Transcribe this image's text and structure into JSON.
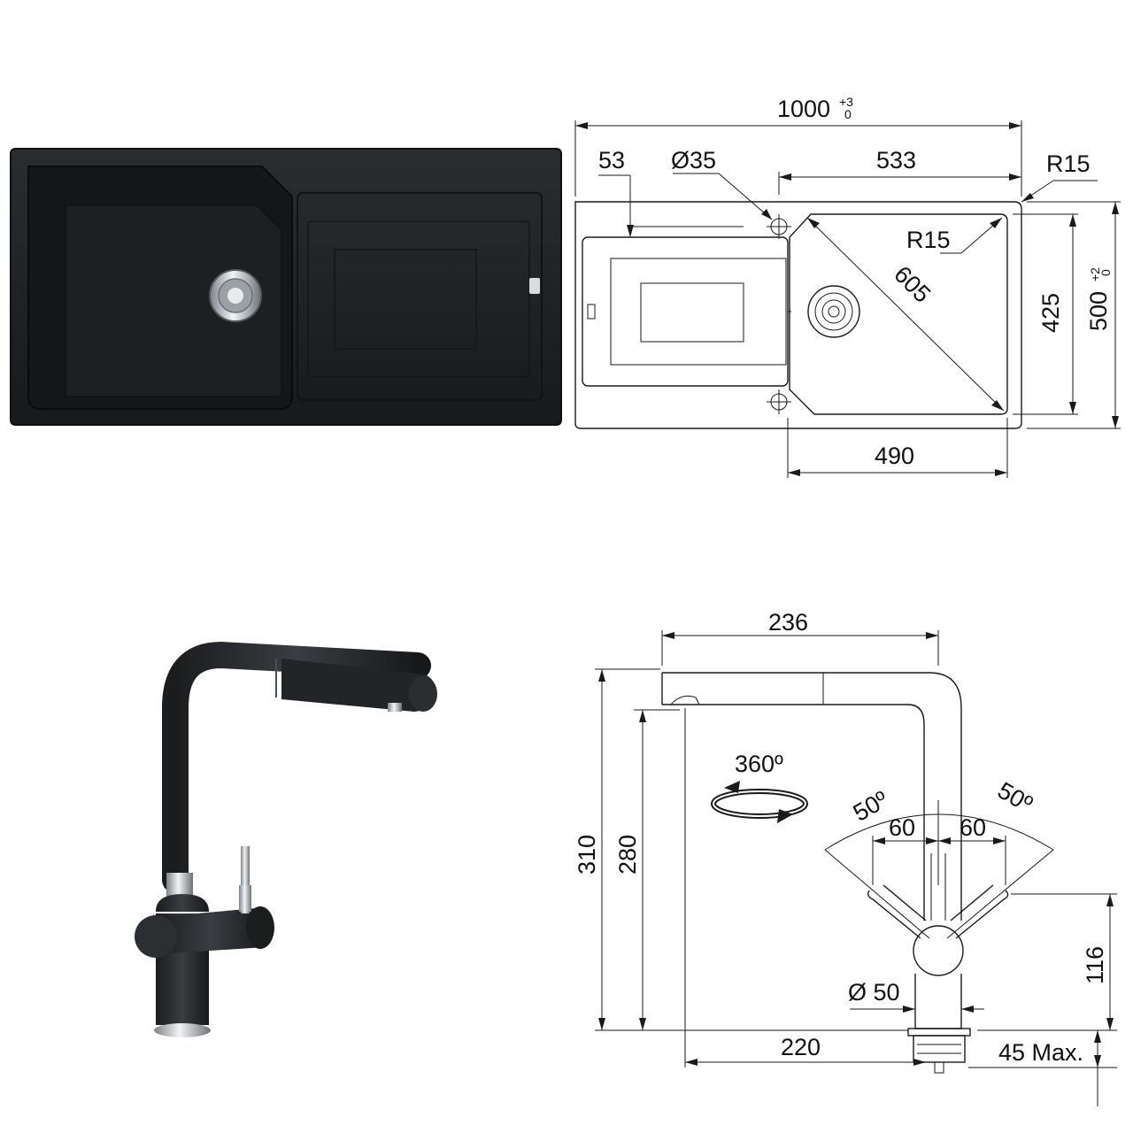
{
  "sink_drawing": {
    "overall_width": "1000",
    "overall_width_tol_upper": "+3",
    "overall_width_tol_lower": "0",
    "edge_offset": "53",
    "tap_hole_diameter": "Ø35",
    "bowl_width_top": "533",
    "corner_radius_outer": "R15",
    "corner_radius_bowl": "R15",
    "bowl_diagonal": "605",
    "bowl_depth": "425",
    "overall_depth": "500",
    "overall_depth_tol_upper": "+2",
    "overall_depth_tol_lower": "0",
    "bowl_width_bottom": "490"
  },
  "tap_drawing": {
    "spout_reach": "236",
    "total_height": "310",
    "spout_height": "280",
    "rotation": "360º",
    "lever_angle_left": "50º",
    "lever_angle_right": "50º",
    "lever_offset_left": "60",
    "lever_offset_right": "60",
    "lever_height": "116",
    "body_diameter": "Ø 50",
    "base_to_outlet": "220",
    "max_deck_thickness": "45 Max."
  },
  "colors": {
    "product_body": "#1e2022",
    "chrome": "#c8ccd0",
    "line": "#1a1a1a"
  }
}
